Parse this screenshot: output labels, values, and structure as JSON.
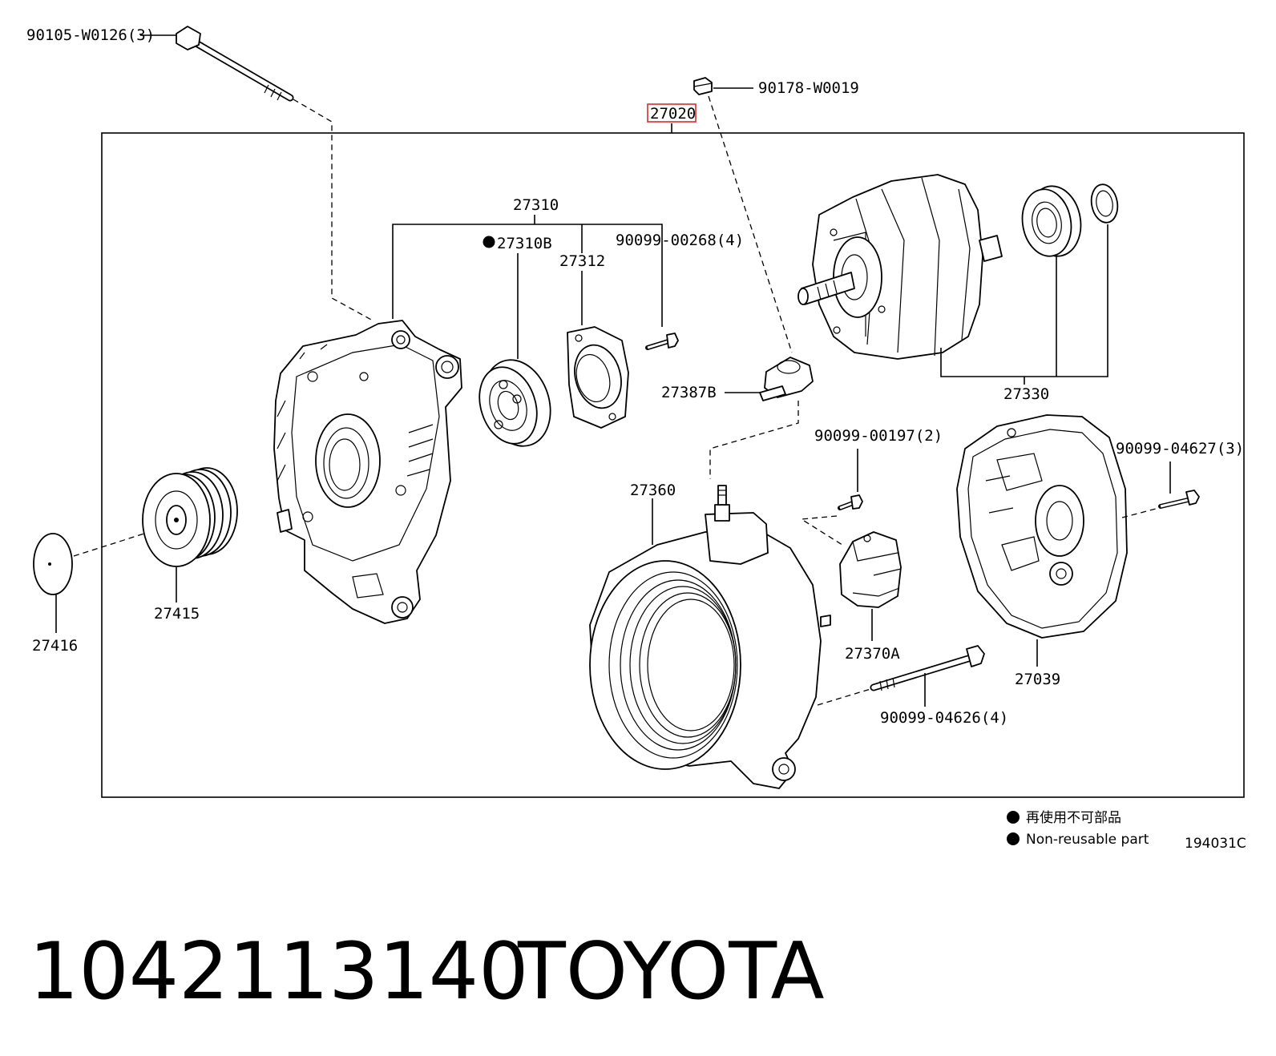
{
  "diagram": {
    "assembly_label": "27020",
    "callouts": {
      "bolt_top": "90105-W0126(3)",
      "cap_nut": "90178-W0019",
      "frame_group": "27310",
      "bearing": "27310B",
      "retainer": "27312",
      "retainer_screw": "90099-00268(4)",
      "brush_holder": "27387B",
      "rotor_group": "27330",
      "screw_regulator": "90099-00197(2)",
      "stator_frame": "27360",
      "screw_rear": "90099-04627(3)",
      "regulator": "27370A",
      "rear_cover": "27039",
      "through_bolt": "90099-04626(4)",
      "pulley": "27415",
      "pulley_cap": "27416"
    },
    "legend": {
      "line_1": "再使用不可部品",
      "line_2": "Non-reusable part"
    },
    "reference_code": "194031C",
    "non_reusable_marker_color": "#000000",
    "highlight_color": "#d32f2f"
  },
  "footer": {
    "part_number": "1042113140",
    "brand": "TOYOTA"
  }
}
